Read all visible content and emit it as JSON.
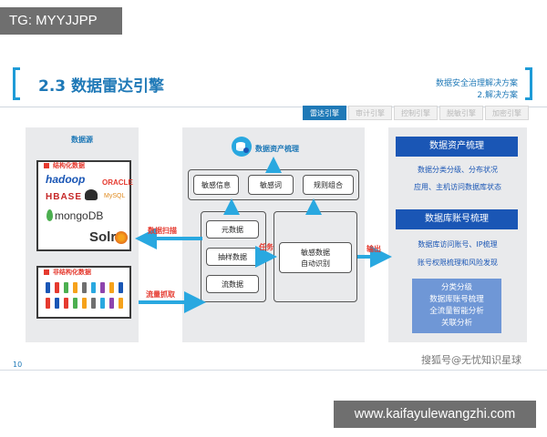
{
  "watermark_top": "TG: MYYJJPP",
  "header": {
    "title": "2.3 数据雷达引擎",
    "subtitle_line1": "数据安全治理解决方案",
    "subtitle_line2": "2.解决方案"
  },
  "tabs": [
    {
      "label": "雷达引擎",
      "active": true
    },
    {
      "label": "审计引擎",
      "active": false
    },
    {
      "label": "控制引擎",
      "active": false
    },
    {
      "label": "脱敏引擎",
      "active": false
    },
    {
      "label": "加密引擎",
      "active": false
    }
  ],
  "left_panel": {
    "title": "数据源",
    "structured_label": "结构化数据",
    "unstructured_label": "非结构化数据",
    "logos": {
      "hadoop": "hadoop",
      "oracle": "ORACLE",
      "hbase": "HBASE",
      "mysql": "MySQL",
      "mongodb": "mongoDB",
      "solr": "Solr"
    }
  },
  "middle_panel": {
    "title": "数据资产梳理",
    "top_nodes": [
      "敏感信息",
      "敏感词",
      "规则组合"
    ],
    "left_nodes": [
      "元数据",
      "抽样数据",
      "流数据"
    ],
    "right_node": "敏感数据\n自动识别"
  },
  "labels": {
    "scan": "数据扫描",
    "capture": "流量抓取",
    "task": "任务",
    "output": "输出"
  },
  "right_panel": {
    "bar1": "数据资产梳理",
    "bar1_items": [
      "数据分类分级、分布状况",
      "应用、主机访问数据库状态"
    ],
    "bar2": "数据库账号梳理",
    "bar2_items": [
      "数据库访问账号、IP梳理",
      "账号权限梳理和风险发现"
    ],
    "summary": [
      "分类分级",
      "数据库账号梳理",
      "全流量智能分析",
      "关联分析"
    ]
  },
  "page_number": "10",
  "sohu_watermark": "搜狐号@无忧知识星球",
  "watermark_bottom": "www.kaifayulewangzhi.com",
  "colors": {
    "primary": "#1f79b7",
    "accent_blue": "#1a56b5",
    "arrow_blue": "#29a8e0",
    "label_red": "#e53a2f",
    "panel_gray": "#e9eaec"
  }
}
